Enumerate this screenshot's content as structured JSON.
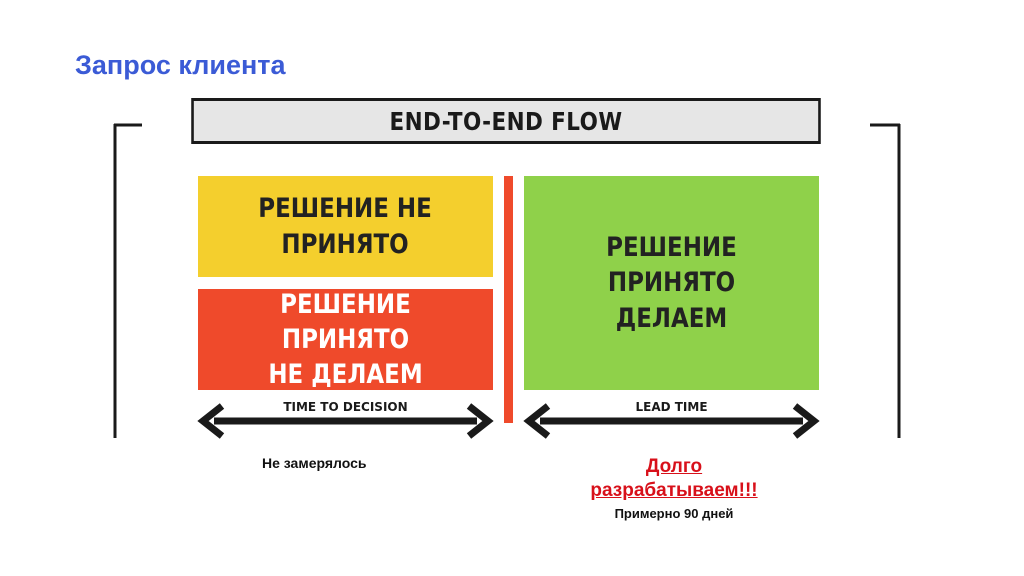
{
  "slide": {
    "title": "Запрос клиента"
  },
  "diagram": {
    "header": "END-TO-END FLOW",
    "boxes": {
      "not_decided": "РЕШЕНИЕ НЕ\nПРИНЯТО",
      "decided_not_doing": "РЕШЕНИЕ ПРИНЯТО\nНЕ ДЕЛАЕМ",
      "decided_doing": "РЕШЕНИЕ ПРИНЯТО\nДЕЛАЕМ"
    },
    "arrows": {
      "left_label": "TIME TO DECISION",
      "right_label": "LEAD TIME"
    },
    "colors": {
      "yellow": "#f4cf2d",
      "red": "#ef4a2b",
      "green": "#8fd14a",
      "title_blue": "#3b5bd6",
      "note_red": "#d8101a"
    }
  },
  "notes": {
    "left": "Не замерялось",
    "right_main": "Долго\nразрабатываем!!!",
    "right_sub": "Примерно 90 дней"
  }
}
